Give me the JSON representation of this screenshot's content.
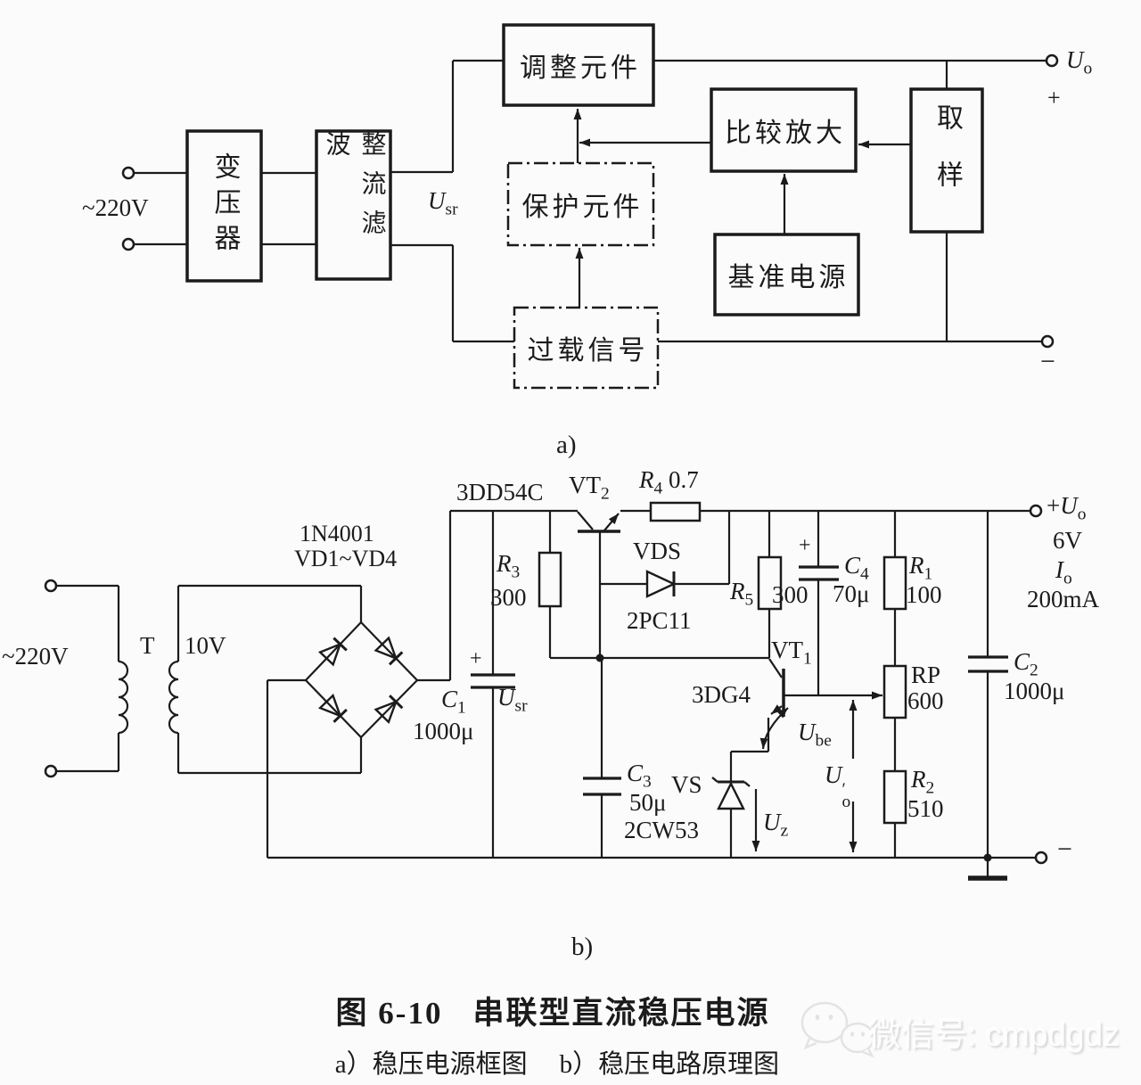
{
  "a": {
    "label": "a)",
    "input": "~220V",
    "transformer": "变压器",
    "rectifier": "整流滤波",
    "regulator": "调整元件",
    "protection": "保护元件",
    "overload": "过载信号",
    "comparator": "比较放大",
    "reference": "基准电源",
    "sampling": "取样",
    "usr_main": "U",
    "usr_sub": "sr",
    "uo_main": "U",
    "uo_sub": "o",
    "plus": "+",
    "minus": "−"
  },
  "b": {
    "label": "b)",
    "input": "~220V",
    "transformer": "T",
    "secondary_voltage": "10V",
    "bridge_type": "1N4001",
    "bridge_diodes": "VD1~VD4",
    "c1_main": "C",
    "c1_sub": "1",
    "c1_value": "1000μ",
    "c1_plus": "+",
    "usr_main": "U",
    "usr_sub": "sr",
    "r3_main": "R",
    "r3_sub": "3",
    "r3_value": "300",
    "vt2_type": "3DD54C",
    "vt2_main": "VT",
    "vt2_sub": "2",
    "r4_main": "R",
    "r4_sub": "4",
    "r4_value": "0.7",
    "vds_name": "VDS",
    "vds_type": "2PC11",
    "r5_main": "R",
    "r5_sub": "5",
    "r5_value": "300",
    "c4_main": "C",
    "c4_sub": "4",
    "c4_value": "70μ",
    "c4_plus": "+",
    "vt1_main": "VT",
    "vt1_sub": "1",
    "vt1_type": "3DG4",
    "ube_main": "U",
    "ube_sub": "be",
    "r1_main": "R",
    "r1_sub": "1",
    "r1_value": "100",
    "rp_name": "RP",
    "rp_value": "600",
    "r2_main": "R",
    "r2_sub": "2",
    "r2_value": "510",
    "c2_main": "C",
    "c2_sub": "2",
    "c2_value": "1000μ",
    "c3_main": "C",
    "c3_sub": "3",
    "c3_value": "50μ",
    "vs_name": "VS",
    "vs_type": "2CW53",
    "uz_main": "U",
    "uz_sub": "z",
    "uop_main": "U",
    "uop_sub": "o",
    "uop_prime": "′",
    "out_plus": "+",
    "out_u_main": "U",
    "out_u_sub": "o",
    "out_voltage": "6V",
    "io_main": "I",
    "io_sub": "o",
    "out_current": "200mA",
    "minus": "−"
  },
  "caption": {
    "fig_no": "图 6-10",
    "title": "串联型直流稳压电源",
    "sub_a": "a）稳压电源框图",
    "sub_b": "b）稳压电路原理图"
  },
  "watermark": {
    "text": "微信号: cmpdgdz"
  }
}
